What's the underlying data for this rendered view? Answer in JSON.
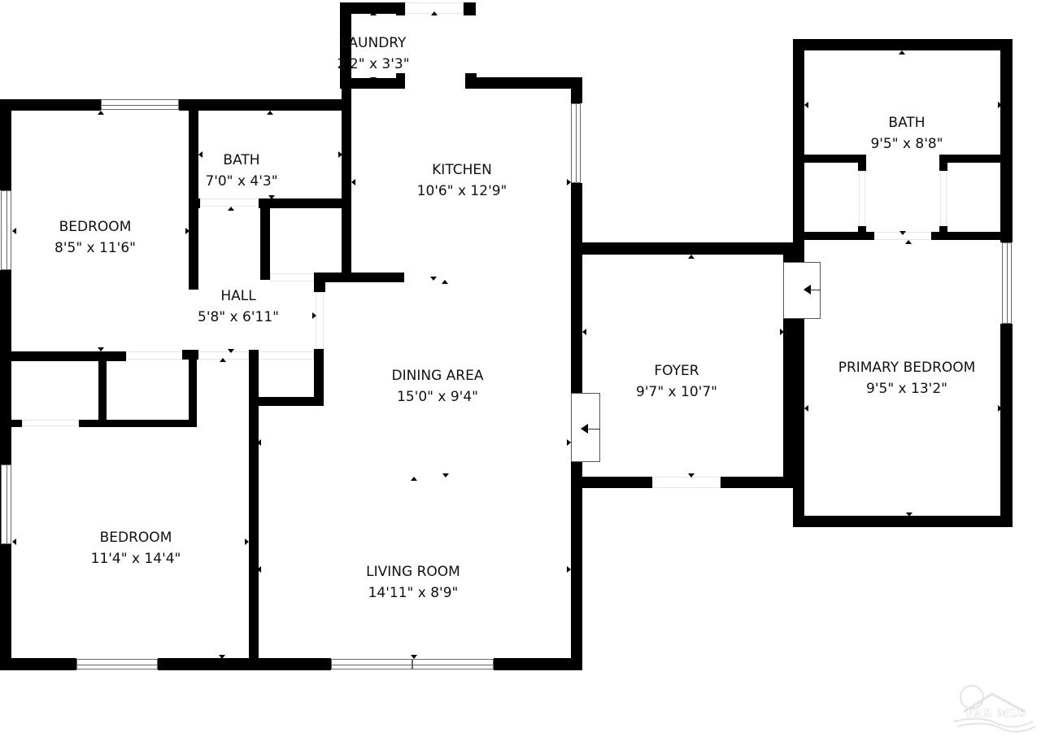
{
  "floorplan": {
    "rooms": [
      {
        "id": "laundry",
        "name": "LAUNDRY",
        "dimensions": "2'2\" x 3'3\""
      },
      {
        "id": "bedroom-1",
        "name": "BEDROOM",
        "dimensions": "8'5\" x 11'6\""
      },
      {
        "id": "bath-1",
        "name": "BATH",
        "dimensions": "7'0\" x 4'3\""
      },
      {
        "id": "kitchen",
        "name": "KITCHEN",
        "dimensions": "10'6\" x 12'9\""
      },
      {
        "id": "hall",
        "name": "HALL",
        "dimensions": "5'8\" x 6'11\""
      },
      {
        "id": "dining-area",
        "name": "DINING AREA",
        "dimensions": "15'0\" x 9'4\""
      },
      {
        "id": "bedroom-2",
        "name": "BEDROOM",
        "dimensions": "11'4\" x 14'4\""
      },
      {
        "id": "living-room",
        "name": "LIVING ROOM",
        "dimensions": "14'11\" x 8'9\""
      },
      {
        "id": "foyer",
        "name": "FOYER",
        "dimensions": "9'7\" x 10'7\""
      },
      {
        "id": "bath-2",
        "name": "BATH",
        "dimensions": "9'5\" x 8'8\""
      },
      {
        "id": "primary-bedroom",
        "name": "PRIMARY BEDROOM",
        "dimensions": "9'5\" x 13'2\""
      }
    ]
  },
  "watermark": {
    "text": "PAR MLS",
    "color": "#e0e0e0"
  },
  "colors": {
    "wall": "#000000",
    "background": "#ffffff",
    "text": "#111111"
  }
}
